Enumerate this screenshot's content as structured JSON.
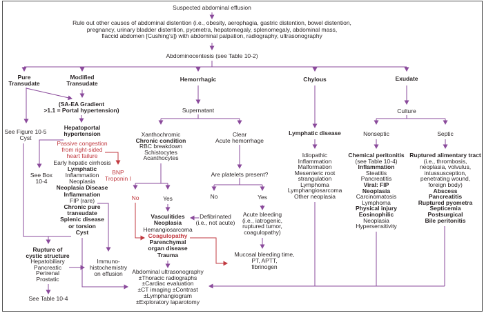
{
  "colors": {
    "line_purple": "#8a4a9b",
    "accent_red": "#c13a40",
    "text_ink": "#2b2627",
    "frame_gray": "#4a4a4a"
  },
  "nodes": {
    "title": [
      "Suspected abdominal effusion"
    ],
    "rule_out": [
      "Rule out other causes of abdominal distention (i.e., obesity, aerophagia, gastric distention, bowel distention,",
      "pregnancy, urinary bladder distention, pyometra, hepatomegaly, splenomegaly, abdominal mass,",
      "flaccid abdomen [Cushing's]) with abdominal palpation, radiography, ultrasonography"
    ],
    "abdominocentesis": [
      "Abdominocentesis (see Table 10-2)"
    ],
    "pure_transudate": [
      {
        "t": "Pure",
        "b": true
      },
      {
        "t": "Transudate",
        "b": true
      }
    ],
    "modified_transudate": [
      {
        "t": "Modified",
        "b": true
      },
      {
        "t": "Transudate",
        "b": true
      }
    ],
    "hemorrhagic": [
      {
        "t": "Hemorrhagic",
        "b": true
      }
    ],
    "chylous": [
      {
        "t": "Chylous",
        "b": true
      }
    ],
    "exudate": [
      {
        "t": "Exudate",
        "b": true
      }
    ],
    "sa_ea_gradient": [
      {
        "t": "(SA-EA Gradient",
        "b": true
      },
      {
        "t": ">1.1 = Portal hypertension)",
        "b": true
      }
    ],
    "hepatoportal": [
      {
        "t": "Hepatoportal",
        "b": true
      },
      {
        "t": "hypertension",
        "b": true
      }
    ],
    "see_figure_10_5": [
      "See Figure 10-5",
      "Cyst"
    ],
    "see_box_10_4": [
      "See Box",
      "10-4"
    ],
    "hepatoportal_causes": [
      {
        "t": "Passive congestion",
        "r": true
      },
      {
        "t": "from right-sided",
        "r": true
      },
      {
        "t": "heart failure",
        "r": true
      },
      "Early hepatic cirrhosis",
      {
        "t": "Lymphatic",
        "b": true
      },
      "Inflammation",
      "Neoplasia",
      {
        "t": "Neoplasia Disease",
        "b": true
      },
      {
        "t": "Inflammation",
        "b": true
      },
      "FIP (rare)",
      {
        "t": "Chronic pure",
        "b": true
      },
      {
        "t": "transudate",
        "b": true
      },
      {
        "t": "Splenic disease",
        "b": true
      },
      {
        "t": "or torsion",
        "b": true
      },
      {
        "t": "Cyst",
        "b": true
      }
    ],
    "bnp_troponin": [
      {
        "t": "BNP",
        "r": true
      },
      {
        "t": "Troponin I",
        "r": true
      }
    ],
    "supernatant": [
      "Supernatant"
    ],
    "xanthochromic": [
      "Xanthochromic",
      {
        "t": "Chronic condition",
        "b": true
      },
      "RBC breakdown",
      "Schistocytes",
      "Acanthocytes"
    ],
    "clear_acute": [
      "Clear",
      "Acute hemorrhage"
    ],
    "platelets_question": [
      "Are platelets present?"
    ],
    "no_left": [
      {
        "t": "No",
        "r": true
      }
    ],
    "yes_left": [
      "Yes"
    ],
    "no_right": [
      "No"
    ],
    "yes_right": [
      "Yes"
    ],
    "vasculitides": [
      {
        "t": "Vasculitides",
        "b": true
      },
      {
        "t": "Neoplasia",
        "b": true
      },
      "Hemangiosarcoma",
      {
        "t": "Coagulopathy",
        "b": true,
        "r": true
      },
      {
        "t": "Parenchymal",
        "b": true
      },
      {
        "t": "organ disease",
        "b": true
      },
      {
        "t": "Trauma",
        "b": true
      }
    ],
    "defibrinated": [
      "Defibrinated",
      "(i.e., not acute)"
    ],
    "acute_bleeding": [
      "Acute bleeding",
      "(i.e., iatrogenic,",
      "ruptured tumor,",
      "coagulopathy)"
    ],
    "mucosal_tests": [
      "Mucosal bleeding time,",
      "PT, APTT,",
      "fibrinogen"
    ],
    "imaging_workup": [
      "Abdominal ultrasonography",
      "±Thoracic radiographs",
      "±Cardiac evaluation",
      "±CT imaging ±Contrast",
      "±Lymphangiogram",
      "±Exploratory laparotomy"
    ],
    "rupture_cystic": [
      {
        "t": "Rupture of",
        "b": true
      },
      {
        "t": "cystic structure",
        "b": true
      },
      "Hepatobiliary",
      "Pancreatic",
      "Perirenal",
      "Prostatic"
    ],
    "see_table_10_4": [
      "See Table 10-4"
    ],
    "immunohistochemistry": [
      "Immuno-",
      "histochemistry",
      "on effusion"
    ],
    "lymphatic_disease": [
      {
        "t": "Lymphatic disease",
        "b": true
      }
    ],
    "chylous_causes": [
      "Idiopathic",
      "Inflammation",
      "Malformation",
      "Mesenteric root",
      "strangulation",
      "Lymphoma",
      "Lymphangiosarcoma",
      "Other neoplasia"
    ],
    "culture": [
      "Culture"
    ],
    "nonseptic": [
      "Nonseptic"
    ],
    "septic": [
      "Septic"
    ],
    "nonseptic_causes": [
      {
        "t": "Chemical peritonitis",
        "b": true
      },
      "(see Table 10-4)",
      {
        "t": "Inflammation",
        "b": true
      },
      "Steatitis",
      "Pancreatitis",
      {
        "t": "Viral: FIP",
        "b": true
      },
      {
        "t": "Neoplasia",
        "b": true
      },
      "Carcinomatosis",
      "Lymphoma",
      {
        "t": "Physical injury",
        "b": true
      },
      {
        "t": "Eosinophilic",
        "b": true
      },
      "Neoplasia",
      "Hypersensitivity"
    ],
    "septic_causes": [
      {
        "t": "Ruptured alimentary tract",
        "b": true
      },
      "(i.e., thrombosis,",
      "neoplasia, volvulus,",
      "intussusception,",
      "penetrating wound,",
      "foreign body)",
      {
        "t": "Abscess",
        "b": true
      },
      {
        "t": "Pancreatitis",
        "b": true
      },
      {
        "t": "Ruptured pyometra",
        "b": true
      },
      {
        "t": "Septicemia",
        "b": true
      },
      {
        "t": "Postsurgical",
        "b": true
      },
      {
        "t": "Bile peritonitis",
        "b": true
      }
    ]
  }
}
